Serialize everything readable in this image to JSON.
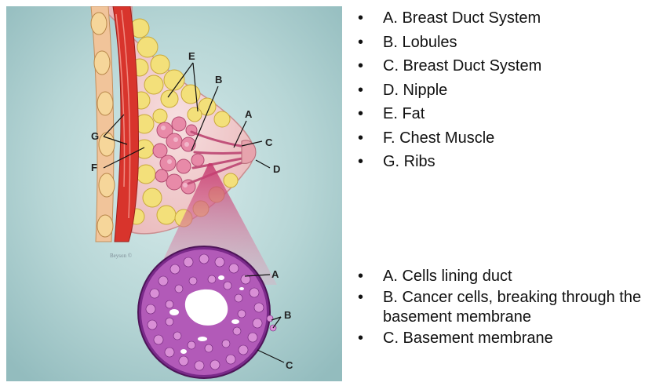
{
  "figure": {
    "breast_labels": {
      "a": "A",
      "b": "B",
      "c": "C",
      "d": "D",
      "e": "E",
      "f": "F",
      "g": "G"
    },
    "duct_labels": {
      "a": "A",
      "b": "B",
      "c": "C"
    },
    "credit": "Beyson ©"
  },
  "anatomy_list": [
    "A. Breast Duct System",
    "B. Lobules",
    "C. Breast Duct System",
    "D. Nipple",
    "E. Fat",
    "F. Chest Muscle",
    "G. Ribs"
  ],
  "cancer_list": [
    "A. Cells lining duct",
    "B. Cancer cells, breaking through the basement membrane",
    "C. Basement membrane"
  ]
}
